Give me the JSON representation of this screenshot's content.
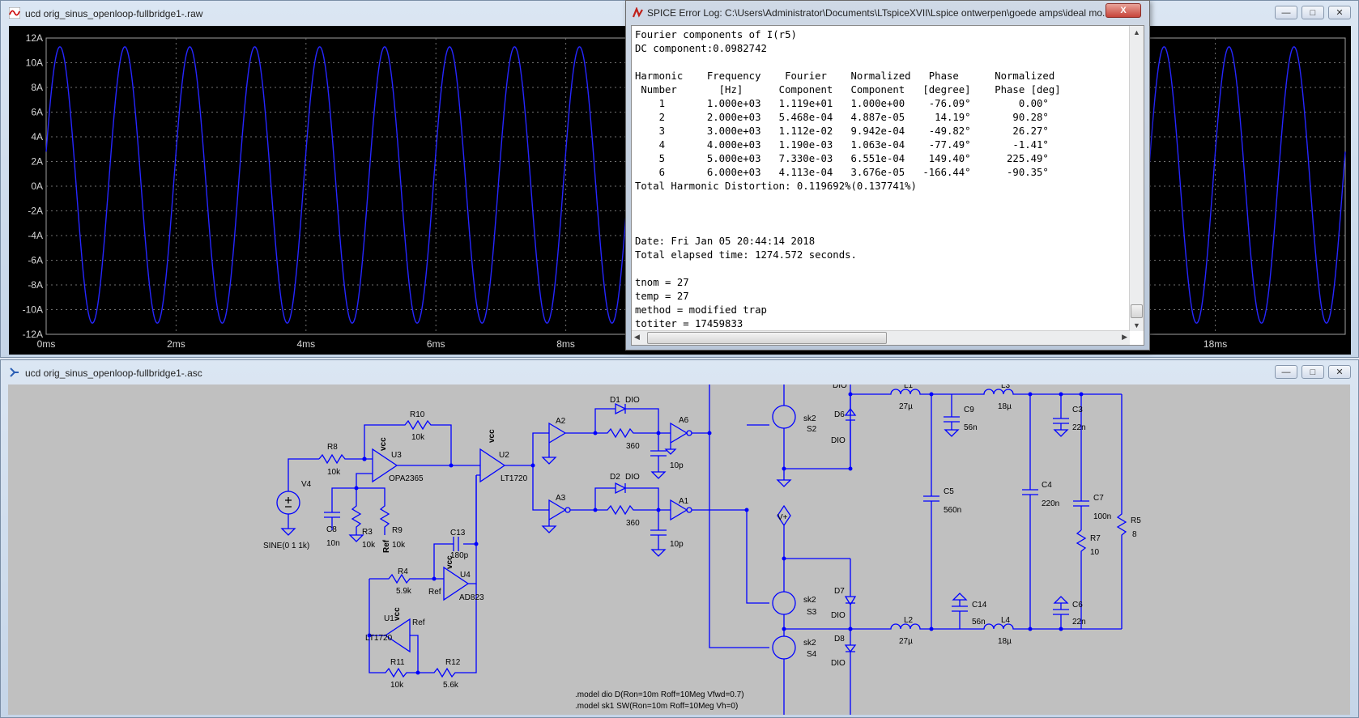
{
  "waveform_window": {
    "title": "ucd orig_sinus_openloop-fullbridge1-.raw",
    "plot_background": "#000000",
    "trace_color": "#2626ff",
    "y_ticks": [
      "12A",
      "10A",
      "8A",
      "6A",
      "4A",
      "2A",
      "0A",
      "-2A",
      "-4A",
      "-6A",
      "-8A",
      "-10A",
      "-12A"
    ],
    "x_ticks": [
      "0ms",
      "2ms",
      "4ms",
      "6ms",
      "8ms",
      "18ms"
    ],
    "chart_data": {
      "type": "line",
      "title": "",
      "xlabel": "",
      "ylabel": "",
      "xlim": [
        0,
        20
      ],
      "ylim": [
        -12,
        12
      ],
      "x_unit": "ms",
      "y_unit": "A",
      "grid": true,
      "series": [
        {
          "signal": "I(r5)",
          "waveform": "sine",
          "frequency_khz": 1,
          "amplitude": 11.19,
          "dc_offset": 0.0982742,
          "phase_deg": -76.09
        }
      ]
    }
  },
  "schematic_window": {
    "title": "ucd orig_sinus_openloop-fullbridge1-.asc",
    "background": "#c0c0c0",
    "wire_color": "#0000ff",
    "labels": {
      "v4": "V4",
      "sine": "SINE(0 1 1k)",
      "r8": "R8",
      "r8v": "10k",
      "r10": "R10",
      "r10v": "10k",
      "u3": "U3",
      "u3m": "OPA2365",
      "vcc": "vcc",
      "c8": "C8",
      "c8v": "10n",
      "r3": "R3",
      "r3v": "10k",
      "r9": "R9",
      "r9v": "10k",
      "ref": "Ref",
      "u2": "U2",
      "u2m": "LT1720",
      "c13": "C13",
      "c13v": "180p",
      "r4": "R4",
      "r4v": "5.9k",
      "u4": "U4",
      "u4m": "AD823",
      "u1": "U1",
      "u1m": "LT1720",
      "r11": "R11",
      "r11v": "10k",
      "r12": "R12",
      "r12v": "5.6k",
      "a2": "A2",
      "a3": "A3",
      "a6": "A6",
      "a1": "A1",
      "d1": "D1",
      "d2": "D2",
      "dio": "DIO",
      "r360": "360",
      "c10p": "10p",
      "s2": "S2",
      "s3": "S3",
      "s4": "S4",
      "sk2": "sk2",
      "d6": "D6",
      "d7": "D7",
      "d8": "D8",
      "l1": "L1",
      "l1v": "27µ",
      "l2": "L2",
      "l2v": "27µ",
      "l3": "L3",
      "l3v": "18µ",
      "l4": "L4",
      "l4v": "18µ",
      "c9": "C9",
      "c9v": "56n",
      "c14": "C14",
      "c14v": "56n",
      "c5": "C5",
      "c5v": "560n",
      "c4": "C4",
      "c4v": "220n",
      "c3": "C3",
      "c3v": "22n",
      "c6": "C6",
      "c6v": "22n",
      "c7": "C7",
      "c7v": "100n",
      "r7": "R7",
      "r7v": "10",
      "r5": "R5",
      "r5v": "8",
      "vplus": "V+",
      "model1": ".model dio D(Ron=10m Roff=10Meg Vfwd=0.7)",
      "model2": ".model sk1 SW(Ron=10m Roff=10Meg Vh=0)"
    }
  },
  "spice_log": {
    "title": "SPICE Error Log: C:\\Users\\Administrator\\Documents\\LTspiceXVII\\Lspice ontwerpen\\goede amps\\ideal mo...",
    "close_label": "X",
    "text": "Fourier components of I(r5)\nDC component:0.0982742\n\nHarmonic    Frequency    Fourier    Normalized   Phase      Normalized\n Number       [Hz]      Component   Component   [degree]    Phase [deg]\n    1       1.000e+03   1.119e+01   1.000e+00    -76.09°        0.00°\n    2       2.000e+03   5.468e-04   4.887e-05     14.19°       90.28°\n    3       3.000e+03   1.112e-02   9.942e-04    -49.82°       26.27°\n    4       4.000e+03   1.190e-03   1.063e-04    -77.49°       -1.41°\n    5       5.000e+03   7.330e-03   6.551e-04    149.40°      225.49°\n    6       6.000e+03   4.113e-04   3.676e-05   -166.44°      -90.35°\nTotal Harmonic Distortion: 0.119692%(0.137741%)\n\n\n\nDate: Fri Jan 05 20:44:14 2018\nTotal elapsed time: 1274.572 seconds.\n\ntnom = 27\ntemp = 27\nmethod = modified trap\ntotiter = 17459833"
  }
}
